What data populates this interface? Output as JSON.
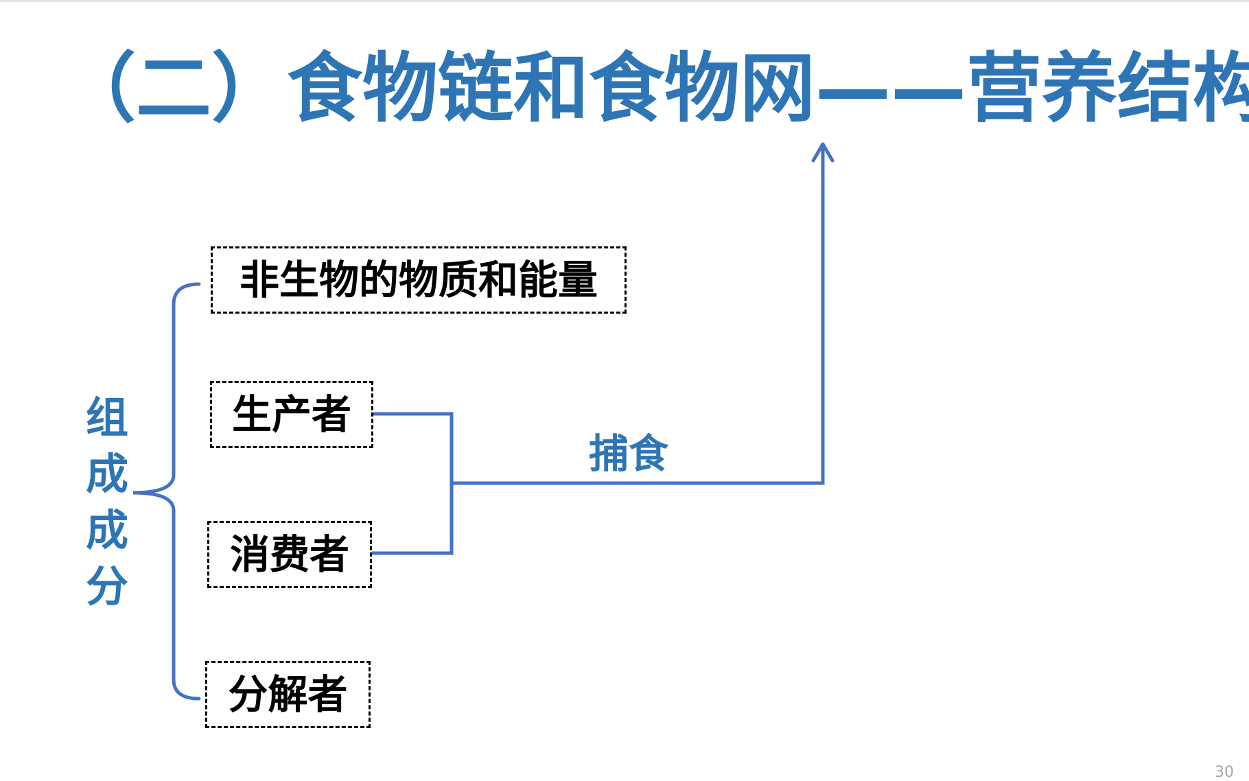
{
  "slide": {
    "title": "（二）食物链和食物网——营养结构",
    "page_number": "30"
  },
  "diagram": {
    "group_label": "组成成分",
    "components": [
      {
        "label": "非生物的物质和能量"
      },
      {
        "label": "生产者"
      },
      {
        "label": "消费者"
      },
      {
        "label": "分解者"
      }
    ],
    "relation_label": "捕食"
  },
  "colors": {
    "accent": "#2e75b6",
    "connector": "#4472c4",
    "box_border": "#000000",
    "page_number": "#a6a6a6"
  }
}
